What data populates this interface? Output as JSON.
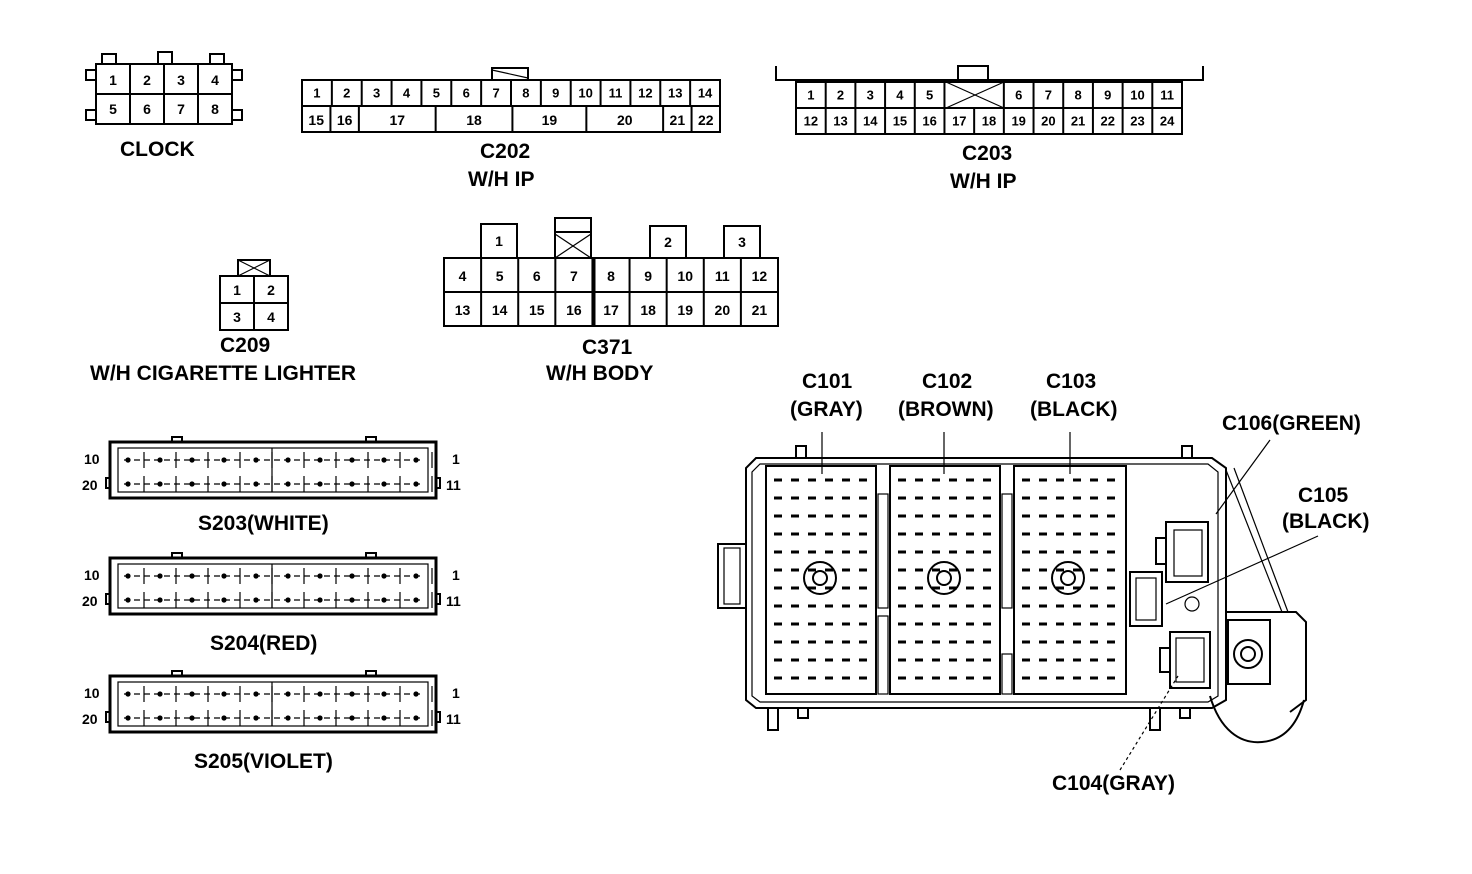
{
  "labels": {
    "clock": "CLOCK",
    "c202": "C202",
    "c202_sub": "W/H IP",
    "c203": "C203",
    "c203_sub": "W/H IP",
    "c209": "C209",
    "c209_sub": "W/H CIGARETTE LIGHTER",
    "c371": "C371",
    "c371_sub": "W/H BODY",
    "s203": "S203(WHITE)",
    "s204": "S204(RED)",
    "s205": "S205(VIOLET)",
    "c101": "C101",
    "c101_color": "(GRAY)",
    "c102": "C102",
    "c102_color": "(BROWN)",
    "c103": "C103",
    "c103_color": "(BLACK)",
    "c106": "C106(GREEN)",
    "c105": "C105",
    "c105_color": "(BLACK)",
    "c104": "C104(GRAY)"
  },
  "clock_pins": [
    "1",
    "2",
    "3",
    "4",
    "5",
    "6",
    "7",
    "8"
  ],
  "c202_top": [
    "1",
    "2",
    "3",
    "4",
    "5",
    "6",
    "7",
    "8",
    "9",
    "10",
    "11",
    "12",
    "13",
    "14"
  ],
  "c202_bottom": [
    "15",
    "16",
    "17",
    "18",
    "19",
    "20",
    "21",
    "22"
  ],
  "c203_top": [
    "1",
    "2",
    "3",
    "4",
    "5",
    "6",
    "7",
    "8",
    "9",
    "10",
    "11"
  ],
  "c203_bottom": [
    "12",
    "13",
    "14",
    "15",
    "16",
    "17",
    "18",
    "19",
    "20",
    "21",
    "22",
    "23",
    "24"
  ],
  "c209_pins": [
    "1",
    "2",
    "3",
    "4"
  ],
  "c371_top": [
    "1",
    "2",
    "3"
  ],
  "c371_mid": [
    "4",
    "5",
    "6",
    "7",
    "8",
    "9",
    "10",
    "11",
    "12"
  ],
  "c371_bottom": [
    "13",
    "14",
    "15",
    "16",
    "17",
    "18",
    "19",
    "20",
    "21"
  ],
  "splice_pin_labels": {
    "left_top": "10",
    "left_bottom": "20",
    "right_top": "1",
    "right_bottom": "11"
  }
}
